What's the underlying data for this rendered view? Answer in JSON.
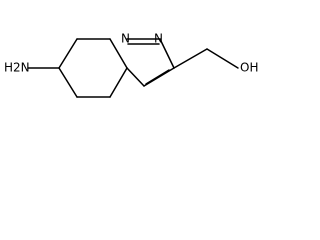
{
  "structure": {
    "bond_color": "#000000",
    "background": "#ffffff",
    "atom_labels": {
      "amine": "H2N",
      "ring_n_left": "N",
      "ring_n_right": "N",
      "hydroxyl": "OH"
    }
  }
}
